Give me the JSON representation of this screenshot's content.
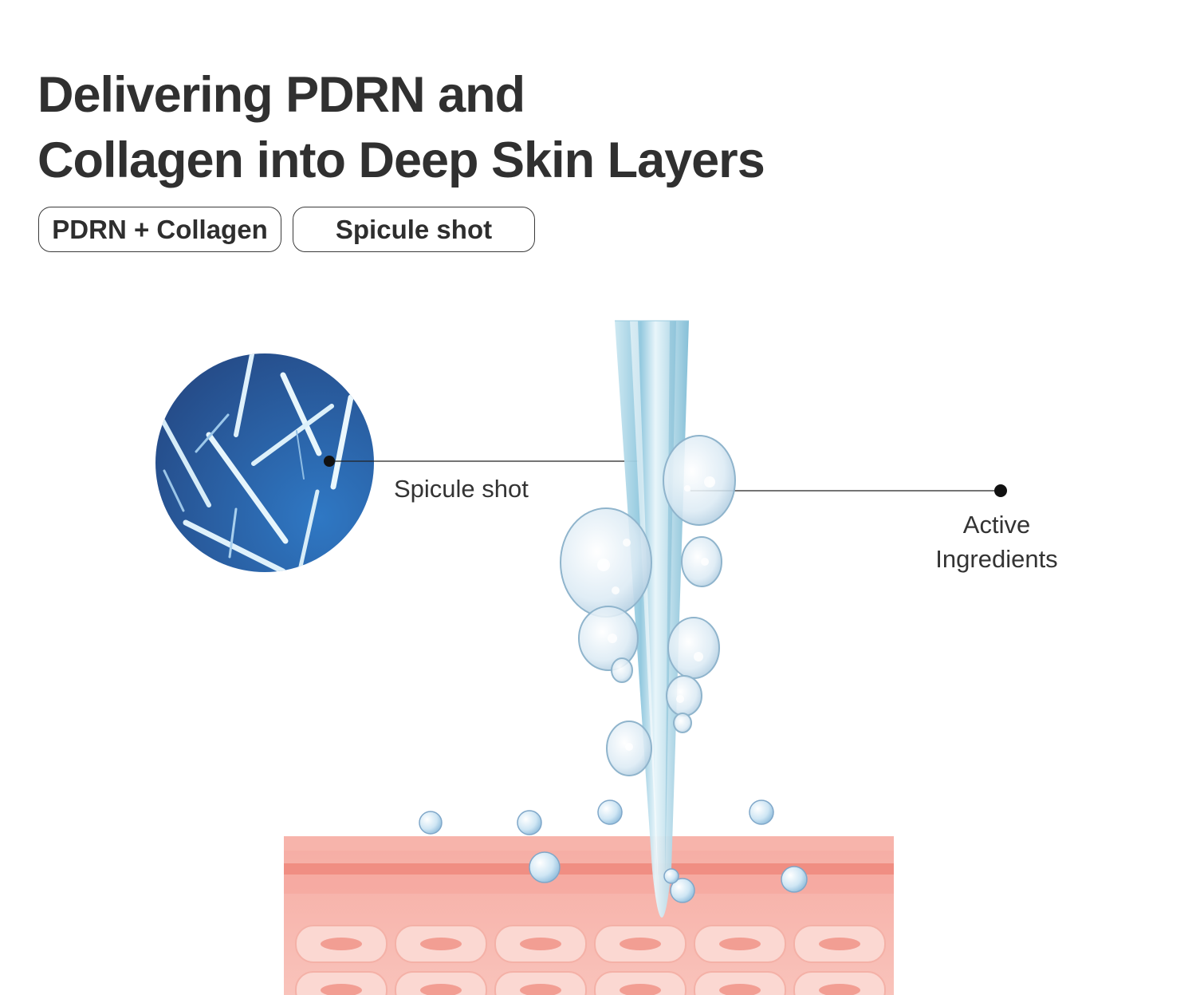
{
  "title": {
    "line1": "Delivering PDRN and",
    "line2": "Collagen into Deep Skin Layers"
  },
  "tags": [
    {
      "label": "PDRN + Collagen"
    },
    {
      "label": "Spicule shot"
    }
  ],
  "labels": {
    "spicule": "Spicule shot",
    "active_line1": "Active",
    "active_line2": "Ingredients"
  },
  "colors": {
    "title": "#303030",
    "circle_dark": "#254a86",
    "circle_light": "#2f78c4",
    "needle": "#a9d4e6",
    "skin_top": "#f4a49b",
    "skin_band": "#ee8679",
    "skin_cell": "#f7b7ad"
  },
  "icons": [
    "spicule-closeup-icon",
    "spicule-needle-icon",
    "skin-layer-icon",
    "bubble-icon"
  ]
}
